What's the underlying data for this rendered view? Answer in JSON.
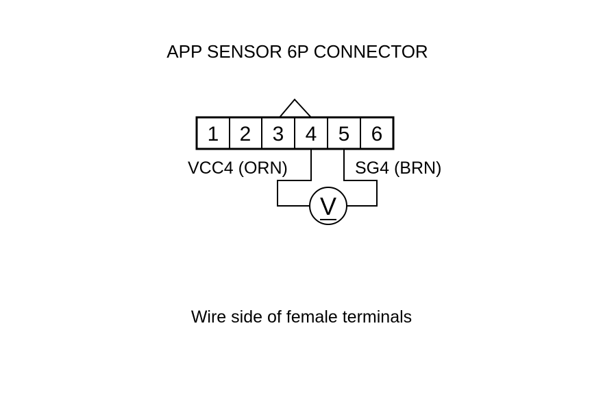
{
  "title": "APP SENSOR 6P CONNECTOR",
  "connector": {
    "pins": [
      "1",
      "2",
      "3",
      "4",
      "5",
      "6"
    ]
  },
  "wires": {
    "left_label": "VCC4 (ORN)",
    "right_label": "SG4 (BRN)"
  },
  "meter": {
    "symbol": "V"
  },
  "caption": "Wire side of female terminals"
}
